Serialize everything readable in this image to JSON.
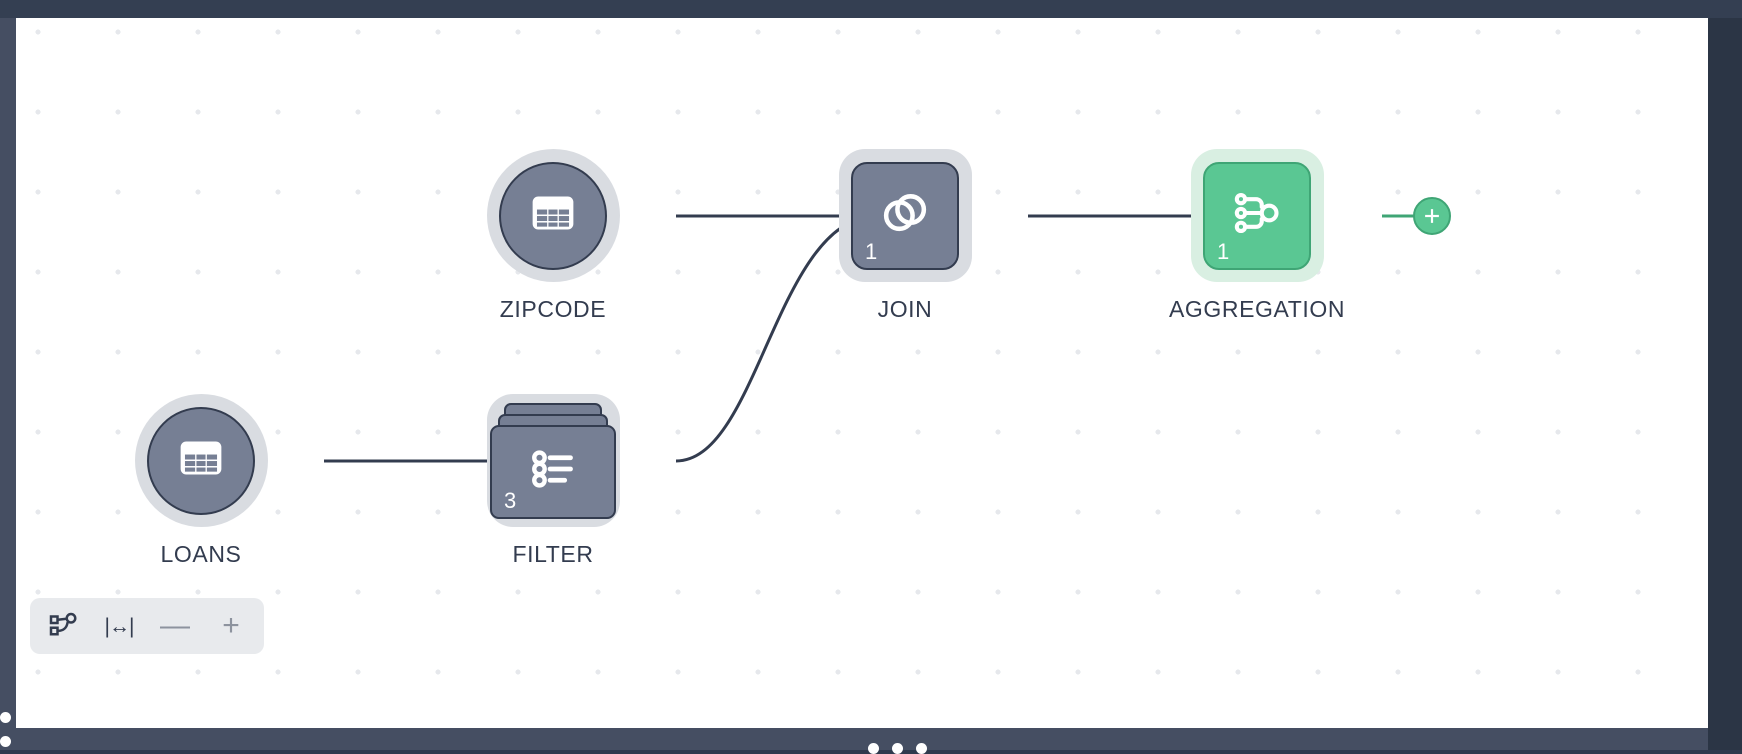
{
  "canvas": {
    "background": "#ffffff",
    "grid": "dotted",
    "grid_dot_color": "#e6e8ec"
  },
  "theme": {
    "frame_dark": "#343f52",
    "frame_mid": "#454e62",
    "frame_deep": "#2b3545",
    "node_fill": "#767f94",
    "node_stroke": "#333c4f",
    "node_halo": "#d9dce1",
    "accent_green": "#5ac793",
    "accent_green_halo": "#d9efe2",
    "accent_green_stroke": "#3fa575",
    "wire_color": "#333c4f",
    "label_color": "#333c4f",
    "toolbar_bg": "#e8eaed"
  },
  "pipeline": {
    "nodes": [
      {
        "id": "zipcode",
        "label": "ZIPCODE",
        "type": "dataset",
        "shape": "circle",
        "icon": "table-icon",
        "badge": "",
        "selected": false,
        "color": "#767f94"
      },
      {
        "id": "loans",
        "label": "LOANS",
        "type": "dataset",
        "shape": "circle",
        "icon": "table-icon",
        "badge": "",
        "selected": false,
        "color": "#767f94"
      },
      {
        "id": "filter",
        "label": "FILTER",
        "type": "transform",
        "shape": "stack",
        "icon": "bullet-list-icon",
        "badge": "3",
        "selected": false,
        "color": "#767f94"
      },
      {
        "id": "join",
        "label": "JOIN",
        "type": "transform",
        "shape": "rounded-square",
        "icon": "venn-circles-icon",
        "badge": "1",
        "selected": false,
        "color": "#767f94"
      },
      {
        "id": "aggregation",
        "label": "AGGREGATION",
        "type": "transform",
        "shape": "rounded-square",
        "icon": "aggregate-merge-icon",
        "badge": "1",
        "selected": true,
        "color": "#5ac793"
      }
    ],
    "edges": [
      {
        "from": "zipcode",
        "to": "join",
        "style": "straight"
      },
      {
        "from": "loans",
        "to": "filter",
        "style": "straight"
      },
      {
        "from": "filter",
        "to": "join",
        "style": "curved"
      },
      {
        "from": "join",
        "to": "aggregation",
        "style": "straight"
      }
    ],
    "add_handle": {
      "attached_to": "aggregation",
      "label": "+",
      "title": "Add step"
    }
  },
  "toolbar": {
    "buttons": [
      {
        "id": "auto-layout",
        "icon": "graph-layout-icon",
        "label": ""
      },
      {
        "id": "fit-to-screen",
        "icon": "fit-width-icon",
        "label": "|↔|"
      },
      {
        "id": "zoom-out",
        "icon": "minus-icon",
        "label": "—"
      },
      {
        "id": "zoom-in",
        "icon": "plus-icon",
        "label": "+"
      }
    ]
  }
}
